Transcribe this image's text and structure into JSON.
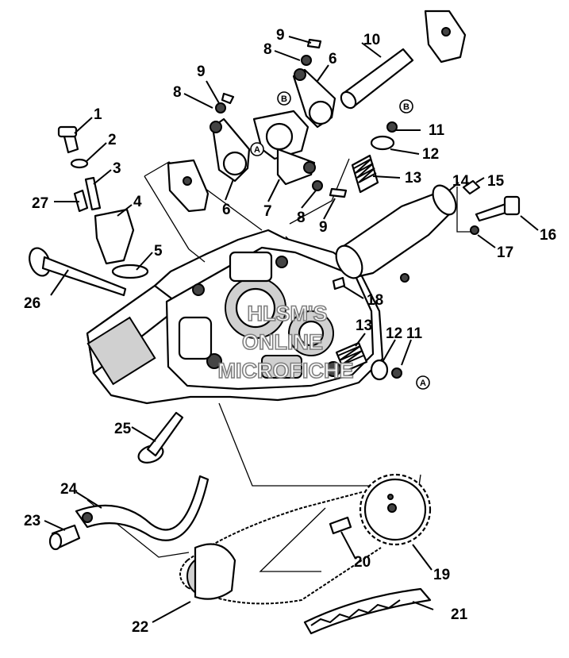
{
  "diagram": {
    "callouts": [
      {
        "id": "c1",
        "text": "1"
      },
      {
        "id": "c2",
        "text": "2"
      },
      {
        "id": "c3",
        "text": "3"
      },
      {
        "id": "c4",
        "text": "4"
      },
      {
        "id": "c5",
        "text": "5"
      },
      {
        "id": "c6a",
        "text": "6"
      },
      {
        "id": "c6b",
        "text": "6"
      },
      {
        "id": "c7",
        "text": "7"
      },
      {
        "id": "c8a",
        "text": "8"
      },
      {
        "id": "c8b",
        "text": "8"
      },
      {
        "id": "c8c",
        "text": "8"
      },
      {
        "id": "c9a",
        "text": "9"
      },
      {
        "id": "c9b",
        "text": "9"
      },
      {
        "id": "c9c",
        "text": "9"
      },
      {
        "id": "c10",
        "text": "10"
      },
      {
        "id": "c11a",
        "text": "11"
      },
      {
        "id": "c11b",
        "text": "11"
      },
      {
        "id": "c12a",
        "text": "12"
      },
      {
        "id": "c12b",
        "text": "12"
      },
      {
        "id": "c13a",
        "text": "13"
      },
      {
        "id": "c13b",
        "text": "13"
      },
      {
        "id": "c14",
        "text": "14"
      },
      {
        "id": "c15",
        "text": "15"
      },
      {
        "id": "c16",
        "text": "16"
      },
      {
        "id": "c17",
        "text": "17"
      },
      {
        "id": "c18",
        "text": "18"
      },
      {
        "id": "c19",
        "text": "19"
      },
      {
        "id": "c20",
        "text": "20"
      },
      {
        "id": "c21",
        "text": "21"
      },
      {
        "id": "c22",
        "text": "22"
      },
      {
        "id": "c23",
        "text": "23"
      },
      {
        "id": "c24",
        "text": "24"
      },
      {
        "id": "c25",
        "text": "25"
      },
      {
        "id": "c26",
        "text": "26"
      },
      {
        "id": "c27",
        "text": "27"
      }
    ],
    "markers": [
      {
        "id": "mB1",
        "text": "B"
      },
      {
        "id": "mB2",
        "text": "B"
      },
      {
        "id": "mA1",
        "text": "A"
      },
      {
        "id": "mA2",
        "text": "A"
      }
    ],
    "watermark": {
      "line1": "HLSM'S",
      "line2": "ONLINE",
      "line3": "MICROFICHE"
    }
  }
}
